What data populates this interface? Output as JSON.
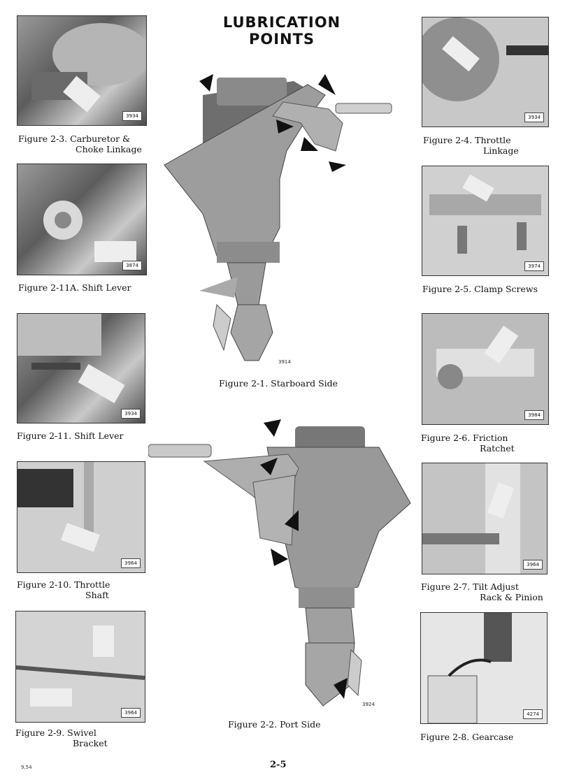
{
  "title": {
    "line1": "LUBRICATION",
    "line2": "POINTS"
  },
  "figures": {
    "fig_2_3": {
      "line1": "Figure 2-3.  Carburetor &",
      "line2": "Choke Linkage",
      "num": "3934"
    },
    "fig_2_4": {
      "line1": "Figure 2-4.  Throttle",
      "line2": "Linkage",
      "num": "3934"
    },
    "fig_2_11a": {
      "line1": "Figure 2-11A.  Shift Lever",
      "num": "3874"
    },
    "fig_2_5": {
      "line1": "Figure 2-5.  Clamp Screws",
      "num": "3974"
    },
    "fig_2_11": {
      "line1": "Figure 2-11.  Shift Lever",
      "num": "3934"
    },
    "fig_2_6": {
      "line1": "Figure 2-6.  Friction",
      "line2": "Ratchet",
      "num": "3984"
    },
    "fig_2_10": {
      "line1": "Figure 2-10.  Throttle",
      "line2": "Shaft",
      "num": "3964"
    },
    "fig_2_7": {
      "line1": "Figure 2-7.  Tilt Adjust",
      "line2": "Rack & Pinion",
      "num": "3964"
    },
    "fig_2_9": {
      "line1": "Figure 2-9.  Swivel",
      "line2": "Bracket",
      "num": "3964"
    },
    "fig_2_8": {
      "line1": "Figure 2-8.  Gearcase",
      "num": "4274"
    },
    "fig_2_1": {
      "line1": "Figure 2-1.  Starboard Side",
      "num": "3914"
    },
    "fig_2_2": {
      "line1": "Figure 2-2.  Port Side",
      "num": "3924"
    }
  },
  "footer": {
    "left": "9,54",
    "page": "2-5"
  }
}
